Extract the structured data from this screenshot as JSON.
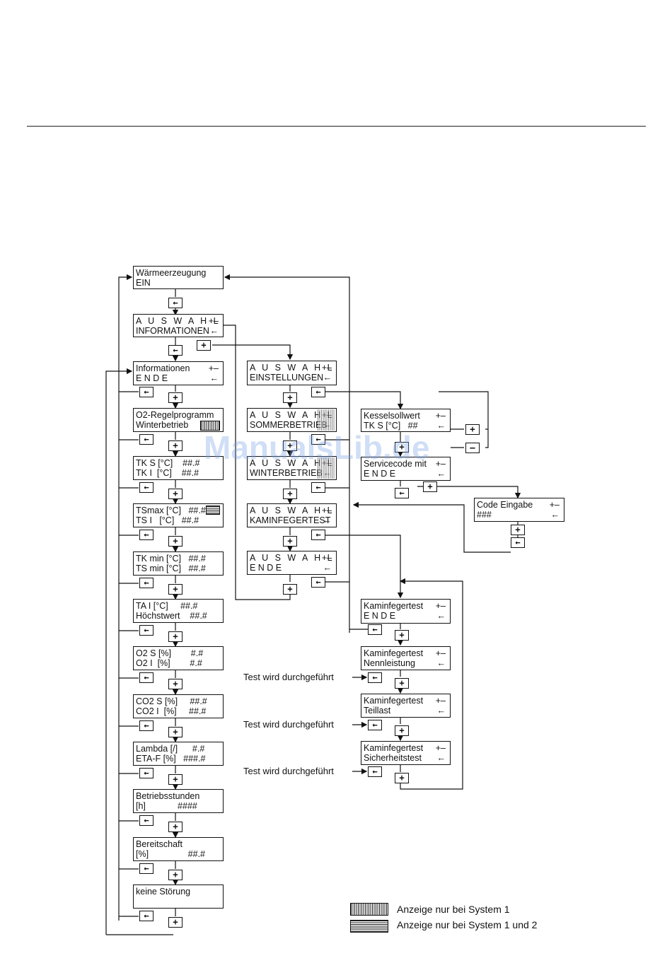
{
  "boxes": {
    "waerme": {
      "l1": "Wärmeerzeugung",
      "l2": "EIN",
      "r1": "",
      "r2": ""
    },
    "ausw_info": {
      "l1": "A U S W A H L",
      "l2": "INFORMATIONEN",
      "r1": "+–",
      "r2": "←"
    },
    "info_ende": {
      "l1": "Informationen",
      "l2": "E N D E",
      "r1": "+–",
      "r2": "←"
    },
    "o2regel": {
      "l1": "O2-Regelprogramm",
      "l2": "Winterbetrieb",
      "r1": "",
      "r2": ""
    },
    "tks": {
      "l1": "TK S [°C]    ##.#",
      "l2": "TK I  [°C]    ##.#",
      "r1": "",
      "r2": ""
    },
    "tsmax": {
      "l1": "TSmax [°C]   ##.#",
      "l2": "TS I   [°C]   ##.#",
      "r1": "",
      "r2": ""
    },
    "tkmin": {
      "l1": "TK min [°C]   ##.#",
      "l2": "TS min [°C]   ##.#",
      "r1": "",
      "r2": ""
    },
    "ta": {
      "l1": "TA I [°C]     ##.#",
      "l2": "Höchstwert    ##.#",
      "r1": "",
      "r2": ""
    },
    "o2s": {
      "l1": "O2 S [%]        #.#",
      "l2": "O2 I  [%]        #.#",
      "r1": "",
      "r2": ""
    },
    "co2": {
      "l1": "CO2 S [%]     ##.#",
      "l2": "CO2 I  [%]     ##.#",
      "r1": "",
      "r2": ""
    },
    "lambda": {
      "l1": "Lambda [/]      #.#",
      "l2": "ETA-F [%]   ###.#",
      "r1": "",
      "r2": ""
    },
    "betrieb": {
      "l1": "Betriebsstunden",
      "l2": "[h]             ####",
      "r1": "",
      "r2": ""
    },
    "bereit": {
      "l1": "Bereitschaft",
      "l2": "[%]                ##.#",
      "r1": "",
      "r2": ""
    },
    "stoerung": {
      "l1": "keine Störung",
      "l2": "",
      "r1": "",
      "r2": ""
    },
    "ausw_einst": {
      "l1": "A U S W A H L",
      "l2": "EINSTELLUNGEN",
      "r1": "+–",
      "r2": "←"
    },
    "ausw_sommer": {
      "l1": "A U S W A H L",
      "l2": "SOMMERBETRIEB",
      "r1": "+–",
      "r2": "←"
    },
    "ausw_winter": {
      "l1": "A U S W A H L",
      "l2": "WINTERBETRIEB",
      "r1": "+–",
      "r2": "←"
    },
    "ausw_kamin": {
      "l1": "A U S W A H L",
      "l2": "KAMINFEGERTEST",
      "r1": "+–",
      "r2": "←"
    },
    "ausw_ende": {
      "l1": "A U S W A H L",
      "l2": "E N D E",
      "r1": "+–",
      "r2": "←"
    },
    "kessel": {
      "l1": "Kesselsollwert",
      "l2": "TK S [°C]   ##",
      "r1": "+–",
      "r2": "←"
    },
    "service": {
      "l1": "Servicecode mit",
      "l2": "E N D E",
      "r1": "+–",
      "r2": "←"
    },
    "code": {
      "l1": "Code Eingabe",
      "l2": "###",
      "r1": "+–",
      "r2": "←"
    },
    "kamin_ende": {
      "l1": "Kaminfegertest",
      "l2": "E N D E",
      "r1": "+–",
      "r2": "←"
    },
    "kamin_nenn": {
      "l1": "Kaminfegertest",
      "l2": "Nennleistung",
      "r1": "+–",
      "r2": "←"
    },
    "kamin_teil": {
      "l1": "Kaminfegertest",
      "l2": "Teillast",
      "r1": "+–",
      "r2": "←"
    },
    "kamin_sich": {
      "l1": "Kaminfegertest",
      "l2": "Sicherheitstest",
      "r1": "+–",
      "r2": "←"
    }
  },
  "keys": {
    "enter": "←",
    "plus": "+",
    "minus": "–"
  },
  "test_label": "Test wird durchgeführt",
  "legend": {
    "system1": "Anzeige nur bei System 1",
    "system12": "Anzeige nur bei System 1 und 2"
  },
  "watermark": "ManualsLib.de"
}
